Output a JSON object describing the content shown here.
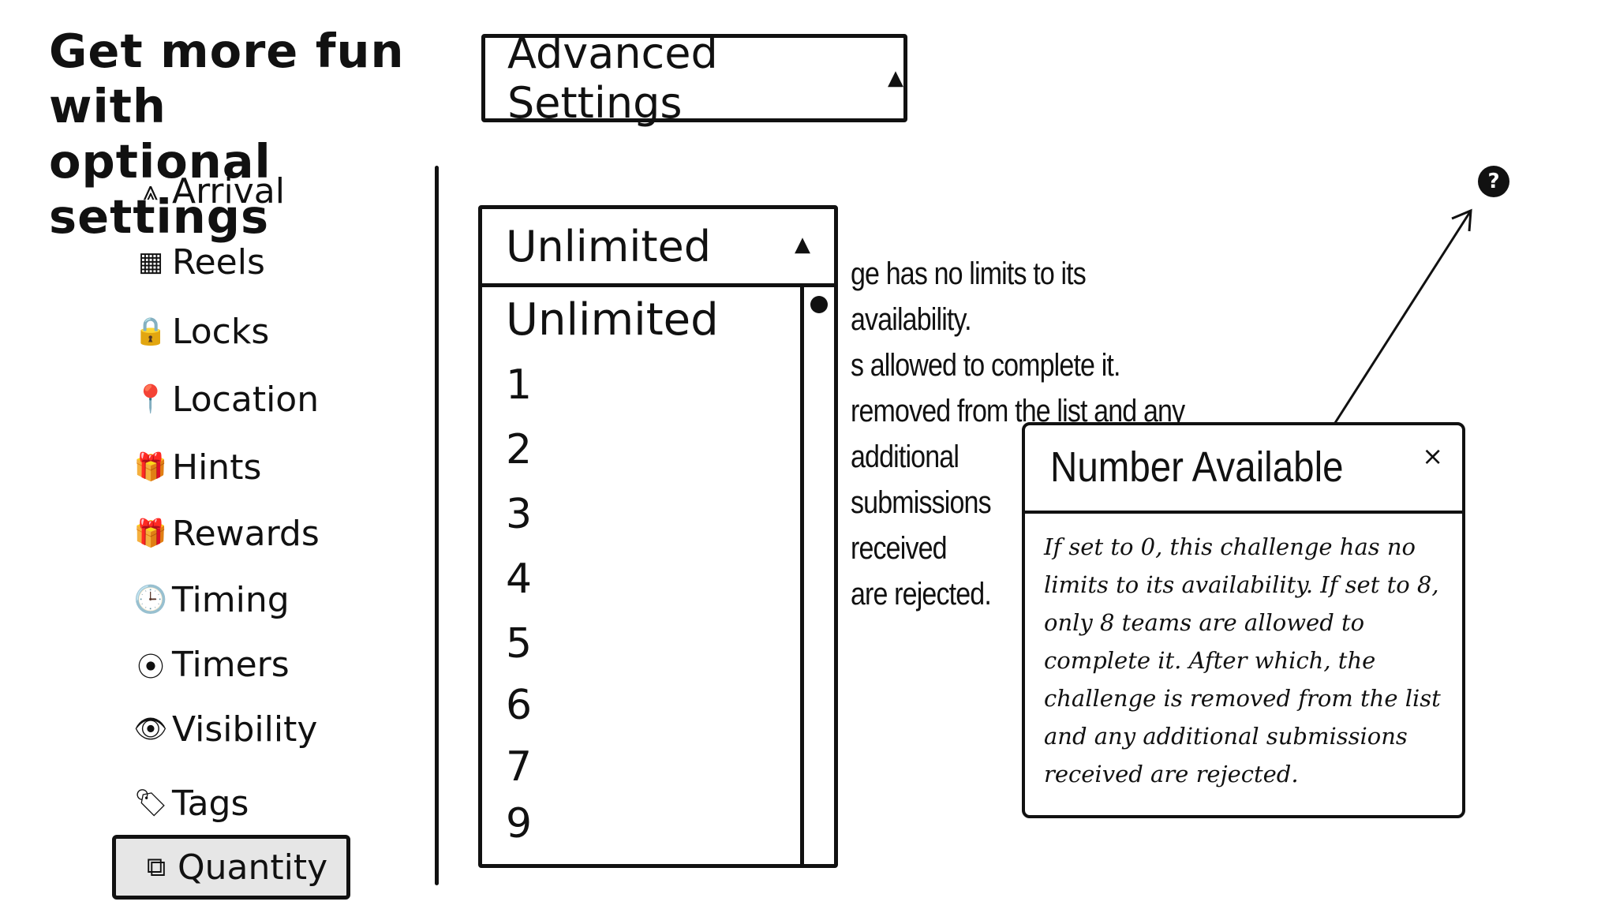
{
  "header": {
    "title": "Get more fun with\noptional settings",
    "advanced_button": "Advanced Settings",
    "advanced_caret": "▲"
  },
  "sidebar": {
    "items": [
      {
        "label": "Arrival",
        "icon": "arrival-icon",
        "glyph": "⩓"
      },
      {
        "label": "Reels",
        "icon": "reels-icon",
        "glyph": "▦"
      },
      {
        "label": "Locks",
        "icon": "lock-icon",
        "glyph": "🔒"
      },
      {
        "label": "Location",
        "icon": "location-pin-icon",
        "glyph": "📍"
      },
      {
        "label": "Hints",
        "icon": "hints-icon",
        "glyph": "🎁"
      },
      {
        "label": "Rewards",
        "icon": "rewards-icon",
        "glyph": "🎁"
      },
      {
        "label": "Timing",
        "icon": "clock-icon",
        "glyph": "🕒"
      },
      {
        "label": "Timers",
        "icon": "timer-icon",
        "glyph": "⦿"
      },
      {
        "label": "Visibility",
        "icon": "eye-icon",
        "glyph": "👁"
      },
      {
        "label": "Tags",
        "icon": "tag-icon",
        "glyph": "🏷"
      },
      {
        "label": "Quantity",
        "icon": "quantity-icon",
        "glyph": "⧉"
      }
    ],
    "active": "Quantity"
  },
  "dropdown": {
    "selected": "Unlimited",
    "caret": "▲",
    "options": [
      "Unlimited",
      "1",
      "2",
      "3",
      "4",
      "5",
      "6",
      "7",
      "9"
    ]
  },
  "background_text": "ge has no limits to its availability.\ns allowed to complete it.\nremoved from the list and any\nadditional\nsubmissions\nreceived\nare rejected.",
  "help": {
    "glyph": "?"
  },
  "popup": {
    "title": "Number Available",
    "close": "×",
    "body": "If set to 0, this challenge has no limits to its availability. If set to 8, only 8 teams are allowed to complete it. After which, the challenge is removed from the list and any additional submissions received are rejected."
  }
}
